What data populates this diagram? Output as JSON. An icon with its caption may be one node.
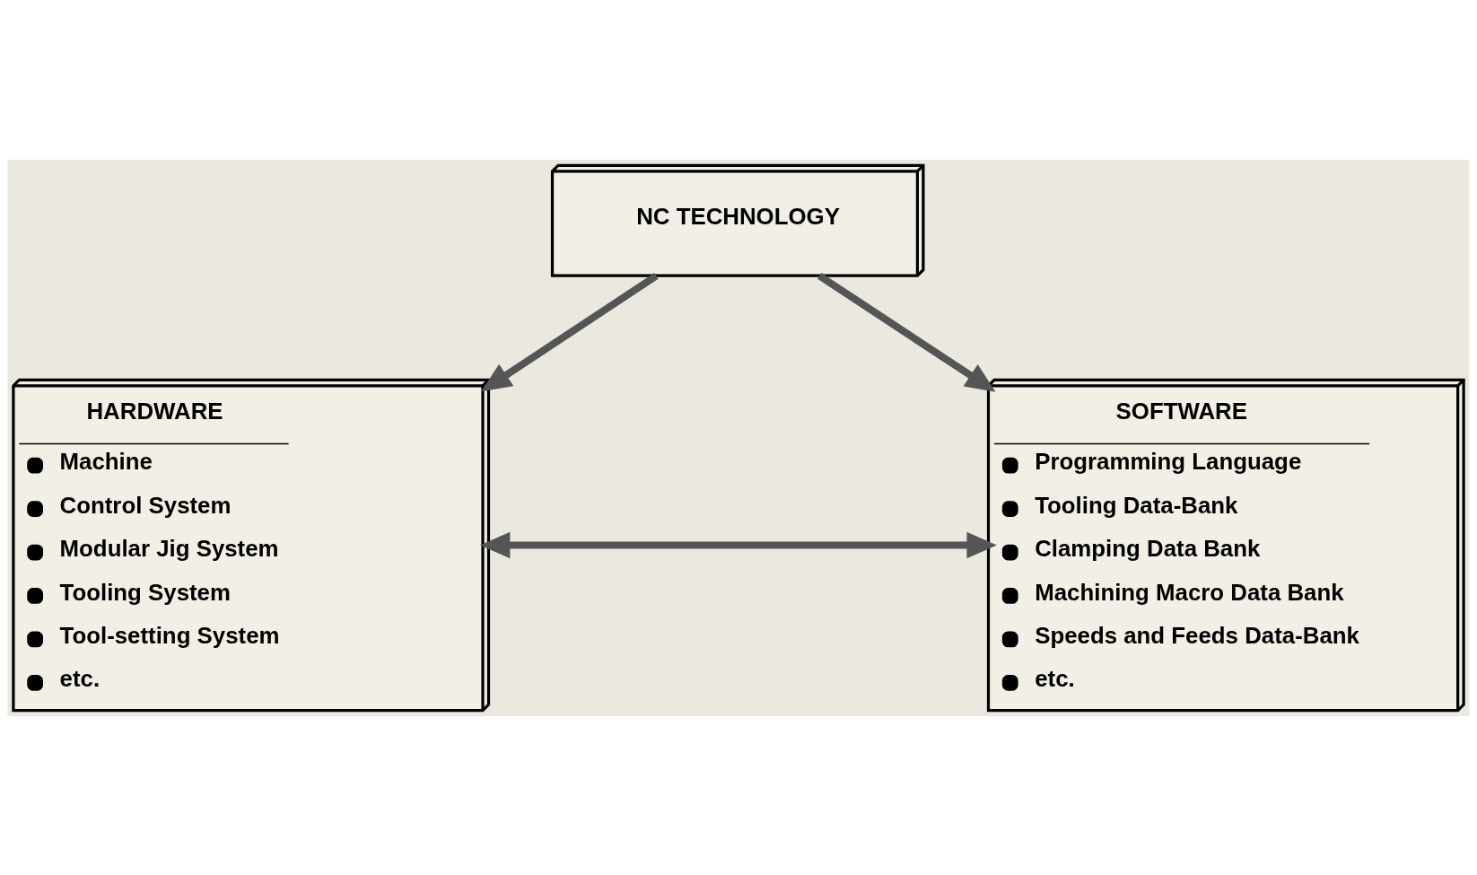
{
  "diagram": {
    "nodes": [
      {
        "text": [
          "NC TECHNOLOGY"
        ]
      },
      {
        "text": [
          "HARDWARE",
          "Machine",
          "Control System",
          "Modular Jig System",
          "Tooling System",
          "Tool-setting System",
          "etc."
        ]
      },
      {
        "text": [
          "SOFTWARE",
          "Programming Language",
          "Tooling Data-Bank",
          "Clamping Data Bank",
          "Machining Macro Data Bank",
          "Speeds and Feeds Data-Bank",
          "etc."
        ]
      }
    ],
    "edges": [
      {
        "from": 0,
        "to": 1,
        "arrow": "to"
      },
      {
        "from": 0,
        "to": 2,
        "arrow": "to"
      },
      {
        "from": 1,
        "to": 2,
        "arrow": "both"
      }
    ]
  }
}
